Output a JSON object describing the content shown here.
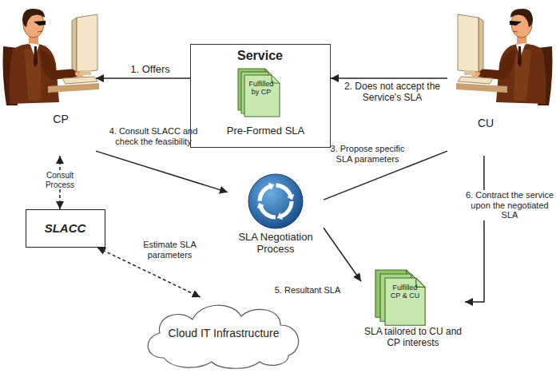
{
  "diagram": {
    "nodes": [
      {
        "text": [
          "CP"
        ]
      },
      {
        "text": [
          "Service"
        ]
      },
      {
        "text": [
          "Fulfilled by CP",
          "Pre-Formed SLA"
        ],
        "in": 1
      },
      {
        "text": [
          "CU"
        ]
      },
      {
        "text": [
          "SLACC"
        ]
      },
      {
        "text": [
          "SLA Negotiation Process"
        ]
      },
      {
        "text": [
          "Fulfilled CP & CU",
          "SLA tailored to CU and CP interests"
        ]
      },
      {
        "text": [
          "Cloud IT Infrastructure"
        ]
      }
    ],
    "edges": [
      {
        "from": 1,
        "to": 0,
        "label": "1. Offers",
        "arrow": "to"
      },
      {
        "from": 3,
        "to": 1,
        "label": "2. Does not accept the Service's SLA",
        "arrow": "to"
      },
      {
        "from": 3,
        "to": 5,
        "label": "3. Propose specific SLA parameters",
        "arrow": "none"
      },
      {
        "from": 0,
        "to": 5,
        "label": "4. Consult SLACC and check the feasibility",
        "arrow": "to"
      },
      {
        "from": 0,
        "to": 4,
        "label": "Consult Process",
        "arrow": "both"
      },
      {
        "from": 4,
        "to": 7,
        "label": "Estimate SLA parameters",
        "arrow": "both"
      },
      {
        "from": 5,
        "to": 6,
        "label": "5. Resultant SLA",
        "arrow": "to"
      },
      {
        "from": 3,
        "to": 6,
        "label": "6. Contract the service upon the negotiated SLA",
        "arrow": "to"
      }
    ]
  }
}
